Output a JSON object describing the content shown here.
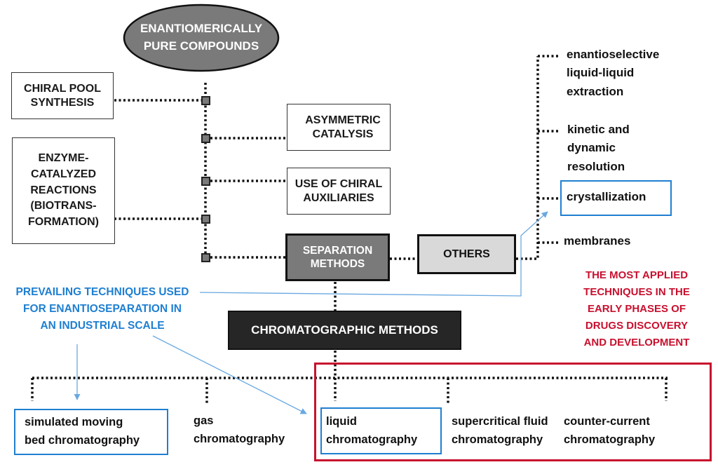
{
  "root": {
    "label": "ENANTIOMERICALLY PURE COMPOUNDS",
    "line1": "ENANTIOMERICALLY",
    "line2": "PURE COMPOUNDS"
  },
  "approaches": {
    "chiral_pool": [
      "CHIRAL POOL",
      "SYNTHESIS"
    ],
    "enzyme": [
      "ENZYME-",
      "CATALYZED",
      "REACTIONS",
      "(BIOTRANS-",
      "FORMATION)"
    ],
    "asymmetric": [
      "ASYMMETRIC",
      "CATALYSIS"
    ],
    "auxiliaries": [
      "USE OF CHIRAL",
      "AUXILIARIES"
    ],
    "separation": [
      "SEPARATION",
      "METHODS"
    ]
  },
  "others": {
    "label": "OTHERS",
    "items": [
      "enantioselective\nliquid-liquid\nextraction",
      "kinetic and\ndynamic\nresolution",
      "crystallization",
      "membranes"
    ]
  },
  "chromatographic": {
    "label": "CHROMATOGRAPHIC METHODS",
    "items": [
      "simulated moving\nbed chromatography",
      "gas\nchromatography",
      "liquid\nchromatography",
      "supercritical fluid\nchromatography",
      "counter-current\nchromatography"
    ]
  },
  "annotations": {
    "industrial": "PREVAILING TECHNIQUES USED\nFOR ENANTIOSEPARATION IN\nAN INDUSTRIAL SCALE",
    "early_phase": "THE MOST APPLIED\nTECHNIQUES IN THE\nEARLY PHASES OF\nDRUGS DISCOVERY\nAND DEVELOPMENT"
  },
  "colors": {
    "blue_highlight": "#1f7fd1",
    "red_highlight": "#c8102e",
    "dark_box": "#262626",
    "mid_gray": "#7a7a7a",
    "light_gray": "#d9d9d9"
  }
}
